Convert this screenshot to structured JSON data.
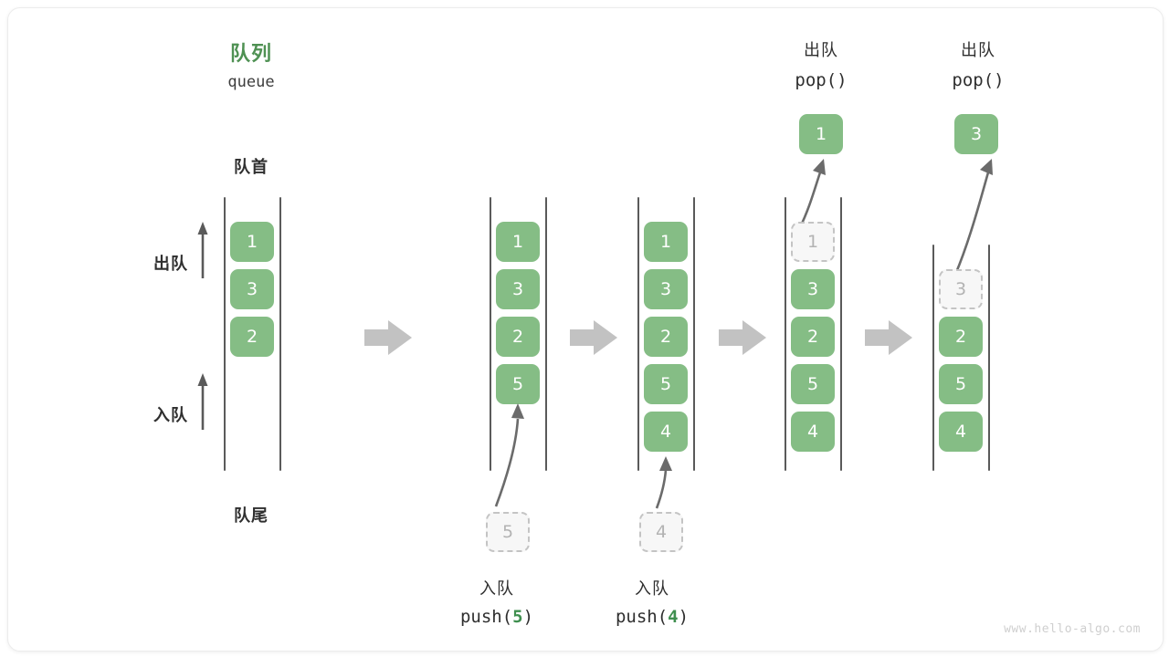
{
  "header": {
    "title_cn": "队列",
    "title_en": "queue",
    "front_label": "队首",
    "rear_label": "队尾"
  },
  "side_labels": {
    "dequeue": "出队",
    "enqueue": "入队"
  },
  "watermark": "www.hello-algo.com",
  "colors": {
    "accent_green": "#4f9153",
    "cell_green": "#85bd85",
    "ghost_gray": "#b3b3b3",
    "arrow_gray": "#5a5a5a",
    "block_arrow_gray": "#c2c2c2",
    "text_dark": "#2f2f2f"
  },
  "stages": [
    {
      "id": "initial",
      "cells": [
        "1",
        "3",
        "2"
      ],
      "ghost_index": null,
      "caption_cn": "",
      "caption_code": ""
    },
    {
      "id": "push-5",
      "cells": [
        "1",
        "3",
        "2",
        "5"
      ],
      "ghost_index": null,
      "incoming_value": "5",
      "caption_cn": "入队",
      "caption_code_prefix": "push(",
      "caption_code_num": "5",
      "caption_code_suffix": ")"
    },
    {
      "id": "push-4",
      "cells": [
        "1",
        "3",
        "2",
        "5",
        "4"
      ],
      "ghost_index": null,
      "incoming_value": "4",
      "caption_cn": "入队",
      "caption_code_prefix": "push(",
      "caption_code_num": "4",
      "caption_code_suffix": ")"
    },
    {
      "id": "pop-1",
      "cells": [
        "1",
        "3",
        "2",
        "5",
        "4"
      ],
      "ghost_index": 0,
      "popped_value": "1",
      "caption_cn": "出队",
      "caption_code": "pop()"
    },
    {
      "id": "pop-3",
      "cells": [
        "3",
        "2",
        "5",
        "4"
      ],
      "ghost_index": 0,
      "popped_value": "3",
      "caption_cn": "出队",
      "caption_code": "pop()"
    }
  ]
}
